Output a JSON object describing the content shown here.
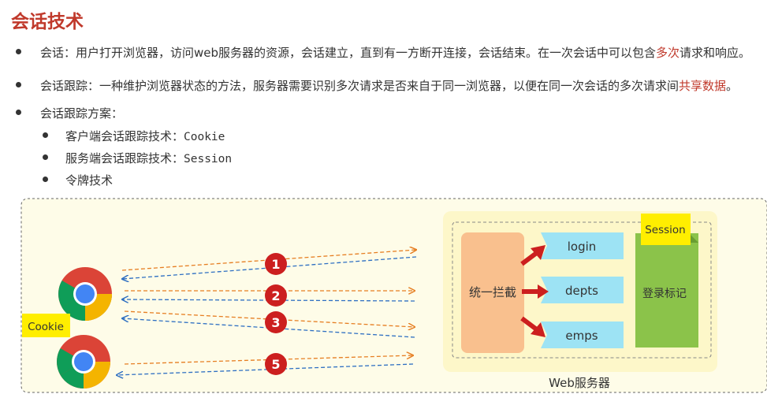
{
  "title": "会话技术",
  "bullets": {
    "b1": {
      "prefix": "会话：用户打开浏览器，访问web服务器的资源，会话建立，直到有一方断开连接，会话结束。在一次会话中可以包含",
      "highlight": "多次",
      "suffix": "请求和响应。"
    },
    "b2": {
      "prefix": "会话跟踪：一种维护浏览器状态的方法，服务器需要识别多次请求是否来自于同一浏览器，以便在同一次会话的多次请求间",
      "highlight": "共享数据",
      "suffix": "。"
    },
    "b3": "会话跟踪方案：",
    "sub": [
      {
        "label": "客户端会话跟踪技术：",
        "tech": "Cookie"
      },
      {
        "label": "服务端会话跟踪技术：",
        "tech": "Session"
      },
      {
        "label": "令牌技术",
        "tech": ""
      }
    ]
  },
  "diagram": {
    "cookie_label": "Cookie",
    "session_label": "Session",
    "interceptor_label": "统一拦截",
    "login_flag_label": "登录标记",
    "endpoints": [
      "login",
      "depts",
      "emps"
    ],
    "server_label": "Web服务器",
    "request_numbers": [
      "1",
      "2",
      "3",
      "5"
    ],
    "colors": {
      "request_arrow": "#e67e22",
      "response_arrow": "#2e6fc2",
      "number_badge": "#cc1f1f",
      "interceptor": "#f9c08e",
      "endpoint": "#9de3f4",
      "login_flag": "#8bc34a",
      "tag": "#ffee00",
      "server_bg": "#fdf7c9",
      "panel_bg": "#fefce8"
    }
  }
}
